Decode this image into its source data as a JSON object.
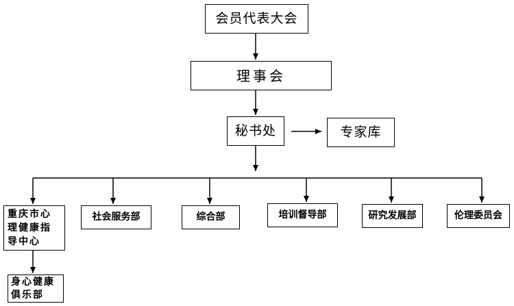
{
  "nodes": {
    "congress": "会员代表大会",
    "council": "理事会",
    "secretariat": "秘书处",
    "expert_pool": "专家库",
    "psych_center": "重庆市心理健康指导中心",
    "social_service": "社会服务部",
    "general_affairs": "综合部",
    "training_supervision": "培训督导部",
    "research_development": "研究发展部",
    "ethics_committee": "伦理委员会",
    "mind_body_club": "身心健康俱乐部"
  }
}
